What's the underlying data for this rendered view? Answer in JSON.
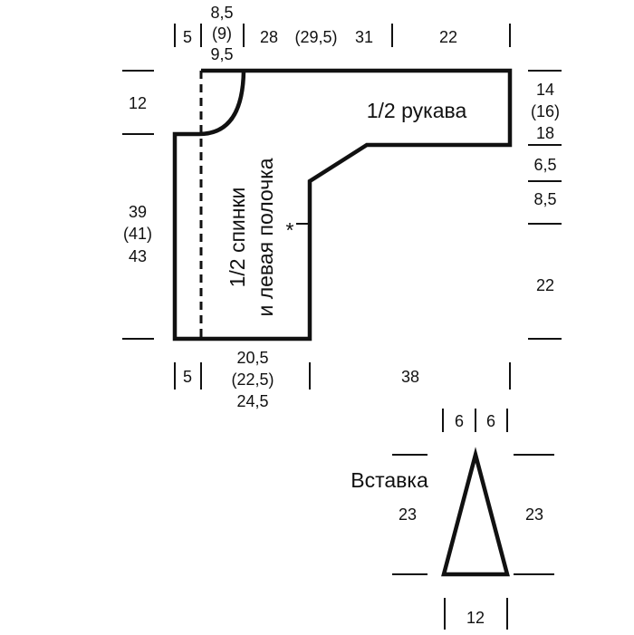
{
  "diagram": {
    "top_dims": {
      "d1": "5",
      "d2_a": "8,5",
      "d2_b": "(9)",
      "d2_c": "9,5",
      "d3": "28",
      "d4": "(29,5)",
      "d5": "31",
      "d6": "22"
    },
    "left_dims": {
      "shoulder": "12",
      "body_a": "39",
      "body_b": "(41)",
      "body_c": "43"
    },
    "right_dims": {
      "r1_a": "14",
      "r1_b": "(16)",
      "r1_c": "18",
      "r2": "6,5",
      "r3": "8,5",
      "r4": "22"
    },
    "bottom_dims": {
      "b1": "5",
      "b2_a": "20,5",
      "b2_b": "(22,5)",
      "b2_c": "24,5",
      "b3": "38"
    },
    "labels": {
      "sleeve": "1/2 рукава",
      "back_line1": "1/2 спинки",
      "back_line2": "и левая полочка",
      "marker": "*"
    },
    "insert": {
      "title": "Вставка",
      "top_left": "6",
      "top_right": "6",
      "left_side": "23",
      "right_side": "23",
      "bottom": "12"
    }
  }
}
